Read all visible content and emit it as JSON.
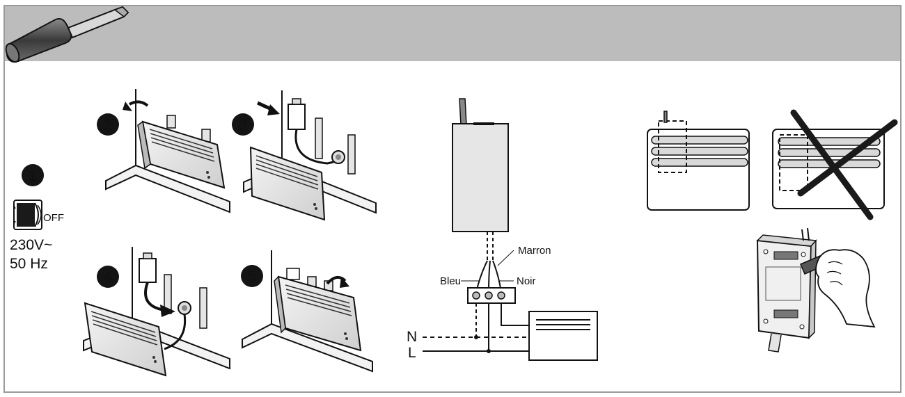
{
  "steps": {
    "s1": "1",
    "s2": "2",
    "s3": "3",
    "s4": "4",
    "s5": "5"
  },
  "power": {
    "switch_label": "OFF",
    "voltage": "230V~",
    "frequency": "50 Hz"
  },
  "wiring": {
    "brown": "Marron",
    "blue": "Bleu",
    "black": "Noir",
    "neutral": "N",
    "live": "L"
  },
  "icons": {
    "tool": "screwdriver-icon",
    "switch": "power-switch-icon",
    "hand": "hand-icon"
  },
  "colors": {
    "header_band": "#bcbcbc",
    "border": "#9a9a9a",
    "ink": "#111111",
    "badge": "#141414"
  }
}
